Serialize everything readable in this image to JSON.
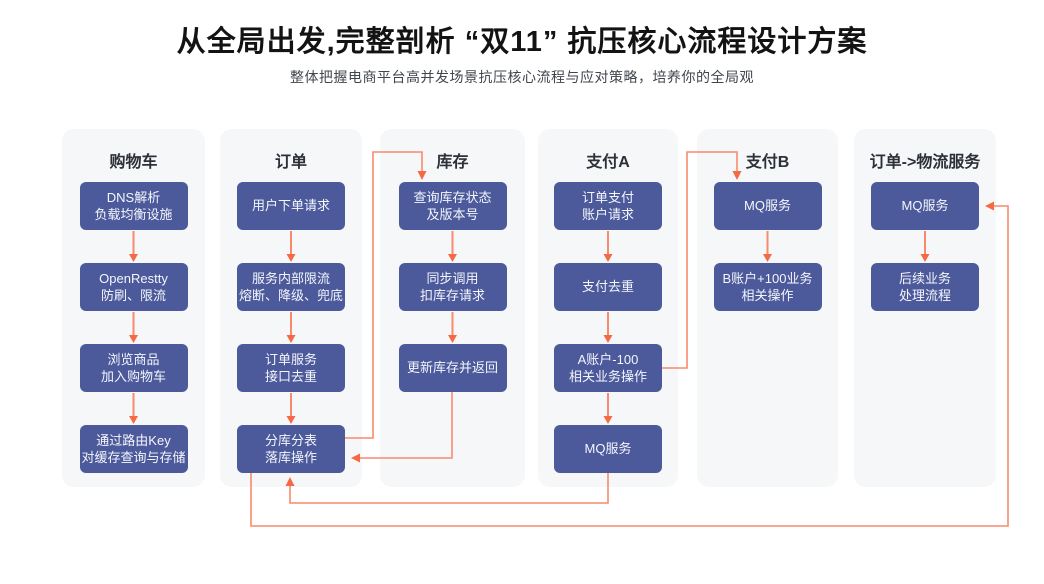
{
  "page": {
    "title": "从全局出发,完整剖析 “双11” 抗压核心流程设计方案",
    "subtitle": "整体把握电商平台高并发场景抗压核心流程与应对策略，培养你的全局观"
  },
  "colors": {
    "title_color": "#131313",
    "subtitle_color": "#41454e",
    "lane_bg": "#f6f7f9",
    "lane_title_color": "#2c3038",
    "node_bg": "#4c5a9b",
    "node_text": "#f4f6fc",
    "line": "#f98a6c",
    "head": "#f56a45"
  },
  "flow": {
    "lanes": [
      {
        "title": "购物车",
        "nodes": [
          {
            "l1": "DNS解析",
            "l2": "负载均衡设施"
          },
          {
            "l1": "OpenRestty",
            "l2": "防刷、限流"
          },
          {
            "l1": "浏览商品",
            "l2": "加入购物车"
          },
          {
            "l1": "通过路由Key",
            "l2": "对缓存查询与存储"
          }
        ]
      },
      {
        "title": "订单",
        "nodes": [
          {
            "l1": "用户下单请求"
          },
          {
            "l1": "服务内部限流",
            "l2": "熔断、降级、兜底"
          },
          {
            "l1": "订单服务",
            "l2": "接口去重"
          },
          {
            "l1": "分库分表",
            "l2": "落库操作"
          }
        ]
      },
      {
        "title": "库存",
        "nodes": [
          {
            "l1": "查询库存状态",
            "l2": "及版本号"
          },
          {
            "l1": "同步调用",
            "l2": "扣库存请求"
          },
          {
            "l1": "更新库存并返回"
          }
        ]
      },
      {
        "title": "支付A",
        "nodes": [
          {
            "l1": "订单支付",
            "l2": "账户请求"
          },
          {
            "l1": "支付去重"
          },
          {
            "l1": "A账户-100",
            "l2": "相关业务操作"
          },
          {
            "l1": "MQ服务"
          }
        ]
      },
      {
        "title": "支付B",
        "nodes": [
          {
            "l1": "MQ服务"
          },
          {
            "l1": "B账户+100业务",
            "l2": "相关操作"
          }
        ]
      },
      {
        "title": "订单->物流服务",
        "nodes": [
          {
            "l1": "MQ服务"
          },
          {
            "l1": "后续业务",
            "l2": "处理流程"
          }
        ]
      }
    ]
  }
}
